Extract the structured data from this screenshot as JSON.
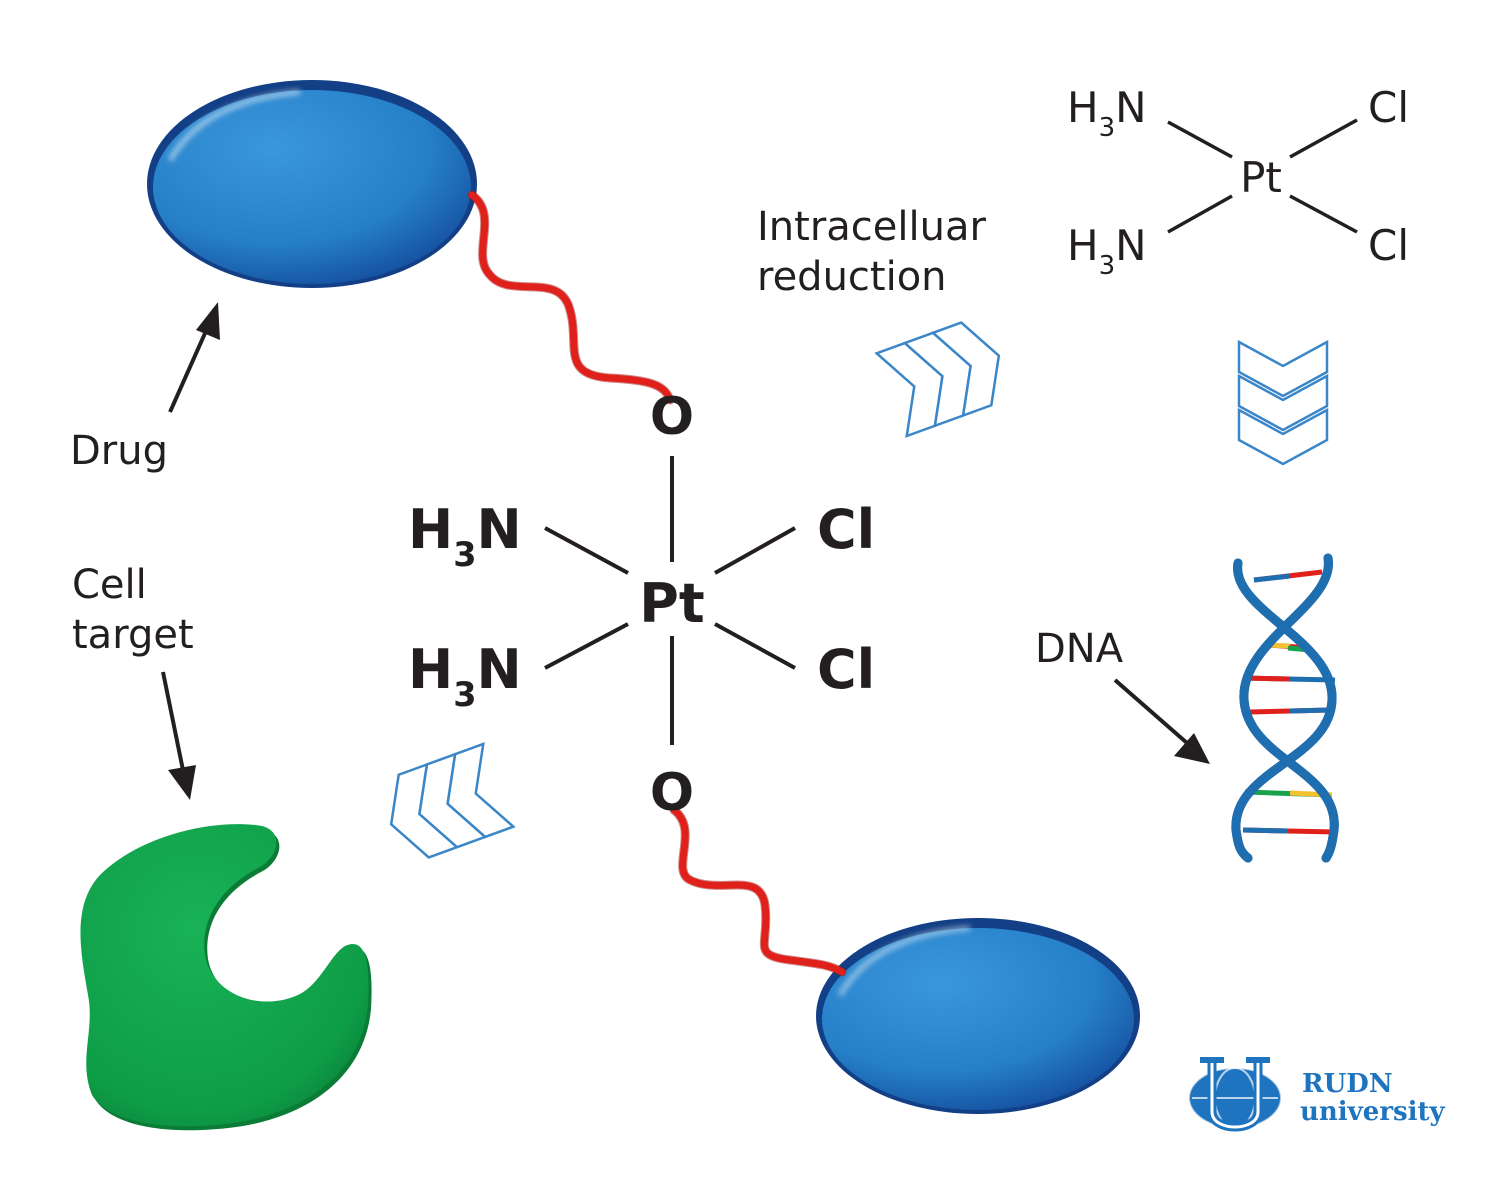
{
  "labels": {
    "drug": "Drug",
    "cell_target": [
      "Cell",
      "target"
    ],
    "intracellular_reduction": [
      "Intracelluar",
      "reduction"
    ],
    "dna": "DNA"
  },
  "complex_pt4": {
    "center": "Pt",
    "ligand_top": "O",
    "ligand_bottom": "O",
    "ligand_upper_left": {
      "main": "H",
      "sub": "3",
      "tail": "N"
    },
    "ligand_lower_left": {
      "main": "H",
      "sub": "3",
      "tail": "N"
    },
    "ligand_upper_right": "Cl",
    "ligand_lower_right": "Cl"
  },
  "complex_pt2": {
    "center": "Pt",
    "ligand_upper_left": {
      "main": "H",
      "sub": "3",
      "tail": "N"
    },
    "ligand_lower_left": {
      "main": "H",
      "sub": "3",
      "tail": "N"
    },
    "ligand_upper_right": "Cl",
    "ligand_lower_right": "Cl"
  },
  "logo": {
    "line1": "RUDN",
    "line2": "university"
  },
  "colors": {
    "drug_blue": "#1f6fbf",
    "linker_red": "#e0201b",
    "target_green": "#0fa04a",
    "chevron_blue": "#3a86c8",
    "logo_blue": "#1f74c0"
  }
}
